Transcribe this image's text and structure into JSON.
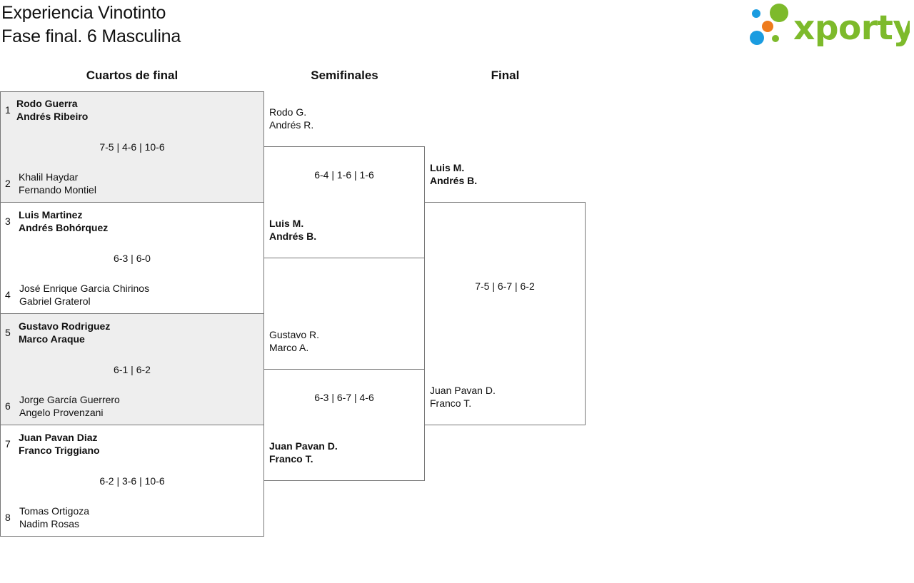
{
  "header": {
    "title_line1": "Experiencia Vinotinto",
    "title_line2": "Fase final. 6 Masculina",
    "logo_text": "xporty"
  },
  "colors": {
    "logo_green": "#7dba2b",
    "logo_blue": "#1a9ce0",
    "logo_orange": "#ee7b1c",
    "shaded_row": "#eeeeee",
    "border": "#777777"
  },
  "rounds": {
    "quarterfinals": "Cuartos de final",
    "semifinals": "Semifinales",
    "final": "Final"
  },
  "quarterfinals": [
    {
      "score": "7-5 | 4-6 | 10-6",
      "top": {
        "seed": "1",
        "p1": "Rodo Guerra",
        "p2": "Andrés Ribeiro"
      },
      "bottom": {
        "seed": "2",
        "p1": "Khalil Haydar",
        "p2": "Fernando Montiel"
      }
    },
    {
      "score": "6-3 | 6-0",
      "top": {
        "seed": "3",
        "p1": "Luis Martinez",
        "p2": "Andrés Bohórquez"
      },
      "bottom": {
        "seed": "4",
        "p1": "José Enrique Garcia Chirinos",
        "p2": "Gabriel Graterol"
      }
    },
    {
      "score": "6-1 | 6-2",
      "top": {
        "seed": "5",
        "p1": "Gustavo Rodriguez",
        "p2": "Marco Araque"
      },
      "bottom": {
        "seed": "6",
        "p1": "Jorge García Guerrero",
        "p2": "Angelo Provenzani"
      }
    },
    {
      "score": "6-2 | 3-6 | 10-6",
      "top": {
        "seed": "7",
        "p1": "Juan Pavan Diaz",
        "p2": "Franco Triggiano"
      },
      "bottom": {
        "seed": "8",
        "p1": "Tomas Ortigoza",
        "p2": "Nadim Rosas"
      }
    }
  ],
  "semifinals": [
    {
      "score": "6-4 | 1-6 | 1-6",
      "top": {
        "p1": "Rodo G.",
        "p2": "Andrés R."
      },
      "bottom": {
        "p1": "Luis M.",
        "p2": "Andrés B."
      }
    },
    {
      "score": "6-3 | 6-7 | 4-6",
      "top": {
        "p1": "Gustavo R.",
        "p2": "Marco A."
      },
      "bottom": {
        "p1": "Juan Pavan D.",
        "p2": "Franco T."
      }
    }
  ],
  "final": {
    "score": "7-5 | 6-7 | 6-2",
    "top": {
      "p1": "Luis M.",
      "p2": "Andrés B."
    },
    "bottom": {
      "p1": "Juan Pavan D.",
      "p2": "Franco T."
    }
  }
}
